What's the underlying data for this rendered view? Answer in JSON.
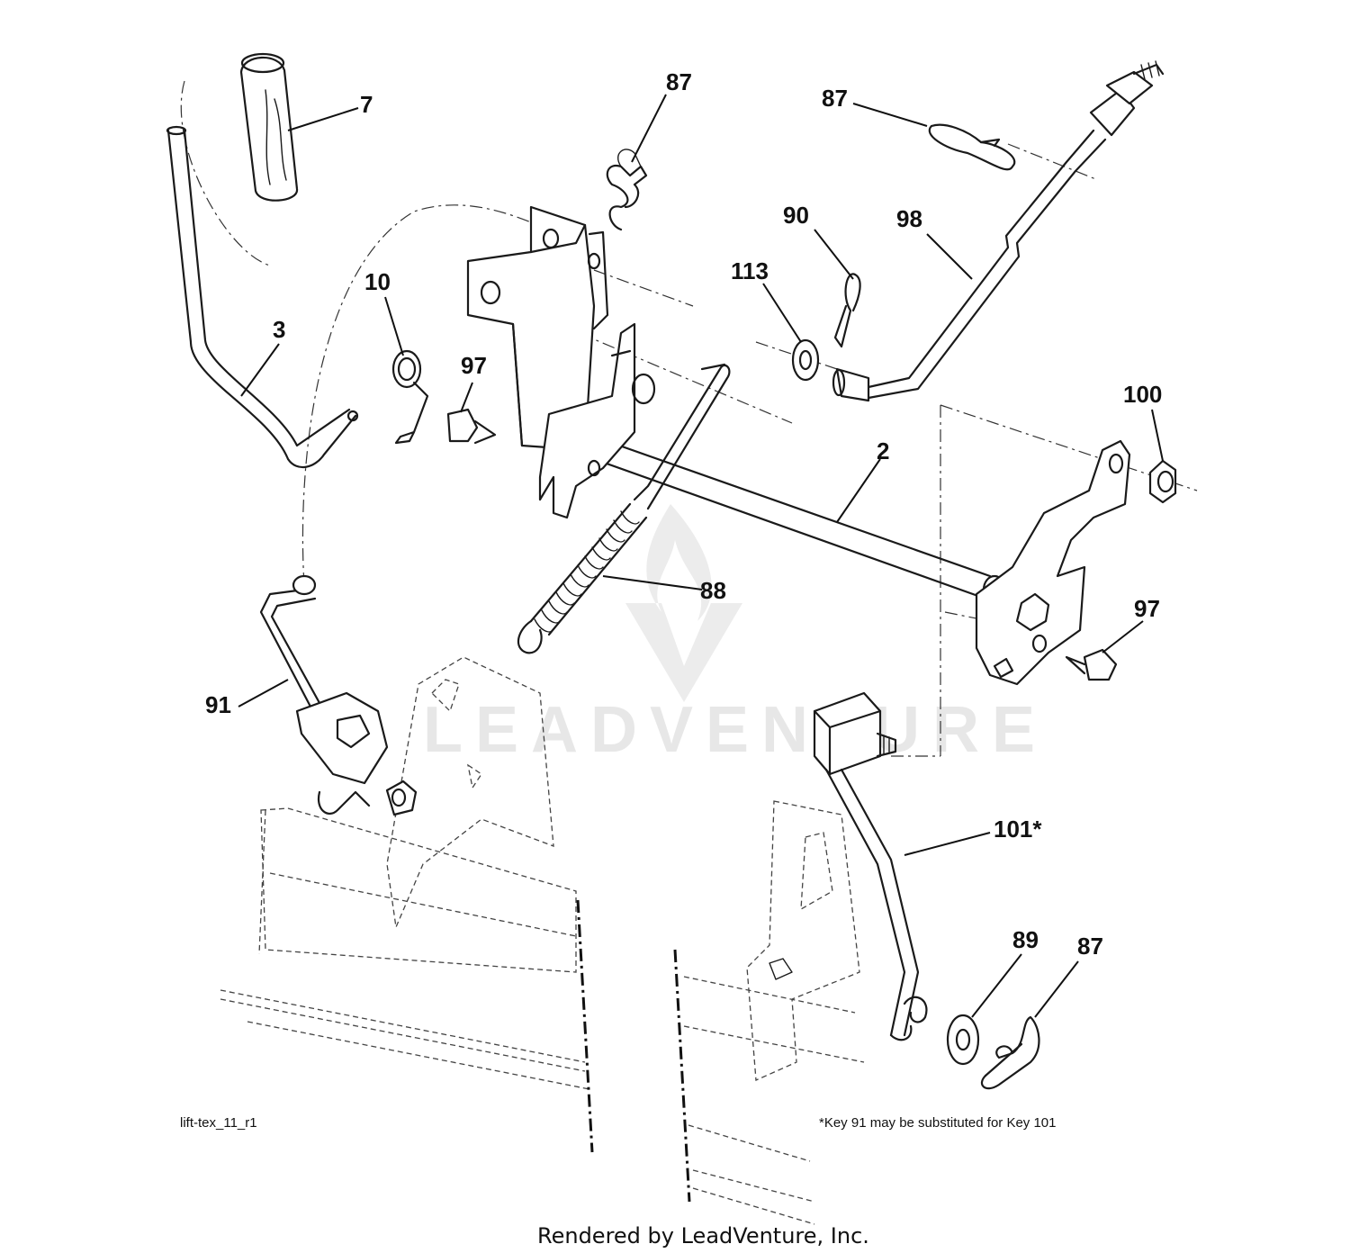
{
  "diagram": {
    "drawing_id": "lift-tex_11_r1",
    "footnote": "*Key 91 may be substituted for Key 101",
    "rendered_by": "Rendered by LeadVenture, Inc.",
    "watermark": "LEADVENTURE",
    "callouts": [
      {
        "key": "7",
        "label": "7"
      },
      {
        "key": "87a",
        "label": "87"
      },
      {
        "key": "87b",
        "label": "87"
      },
      {
        "key": "90",
        "label": "90"
      },
      {
        "key": "98",
        "label": "98"
      },
      {
        "key": "113",
        "label": "113"
      },
      {
        "key": "10",
        "label": "10"
      },
      {
        "key": "3",
        "label": "3"
      },
      {
        "key": "97a",
        "label": "97"
      },
      {
        "key": "2",
        "label": "2"
      },
      {
        "key": "100",
        "label": "100"
      },
      {
        "key": "88",
        "label": "88"
      },
      {
        "key": "97b",
        "label": "97"
      },
      {
        "key": "91",
        "label": "91"
      },
      {
        "key": "101",
        "label": "101*"
      },
      {
        "key": "89",
        "label": "89"
      },
      {
        "key": "87c",
        "label": "87"
      }
    ]
  }
}
